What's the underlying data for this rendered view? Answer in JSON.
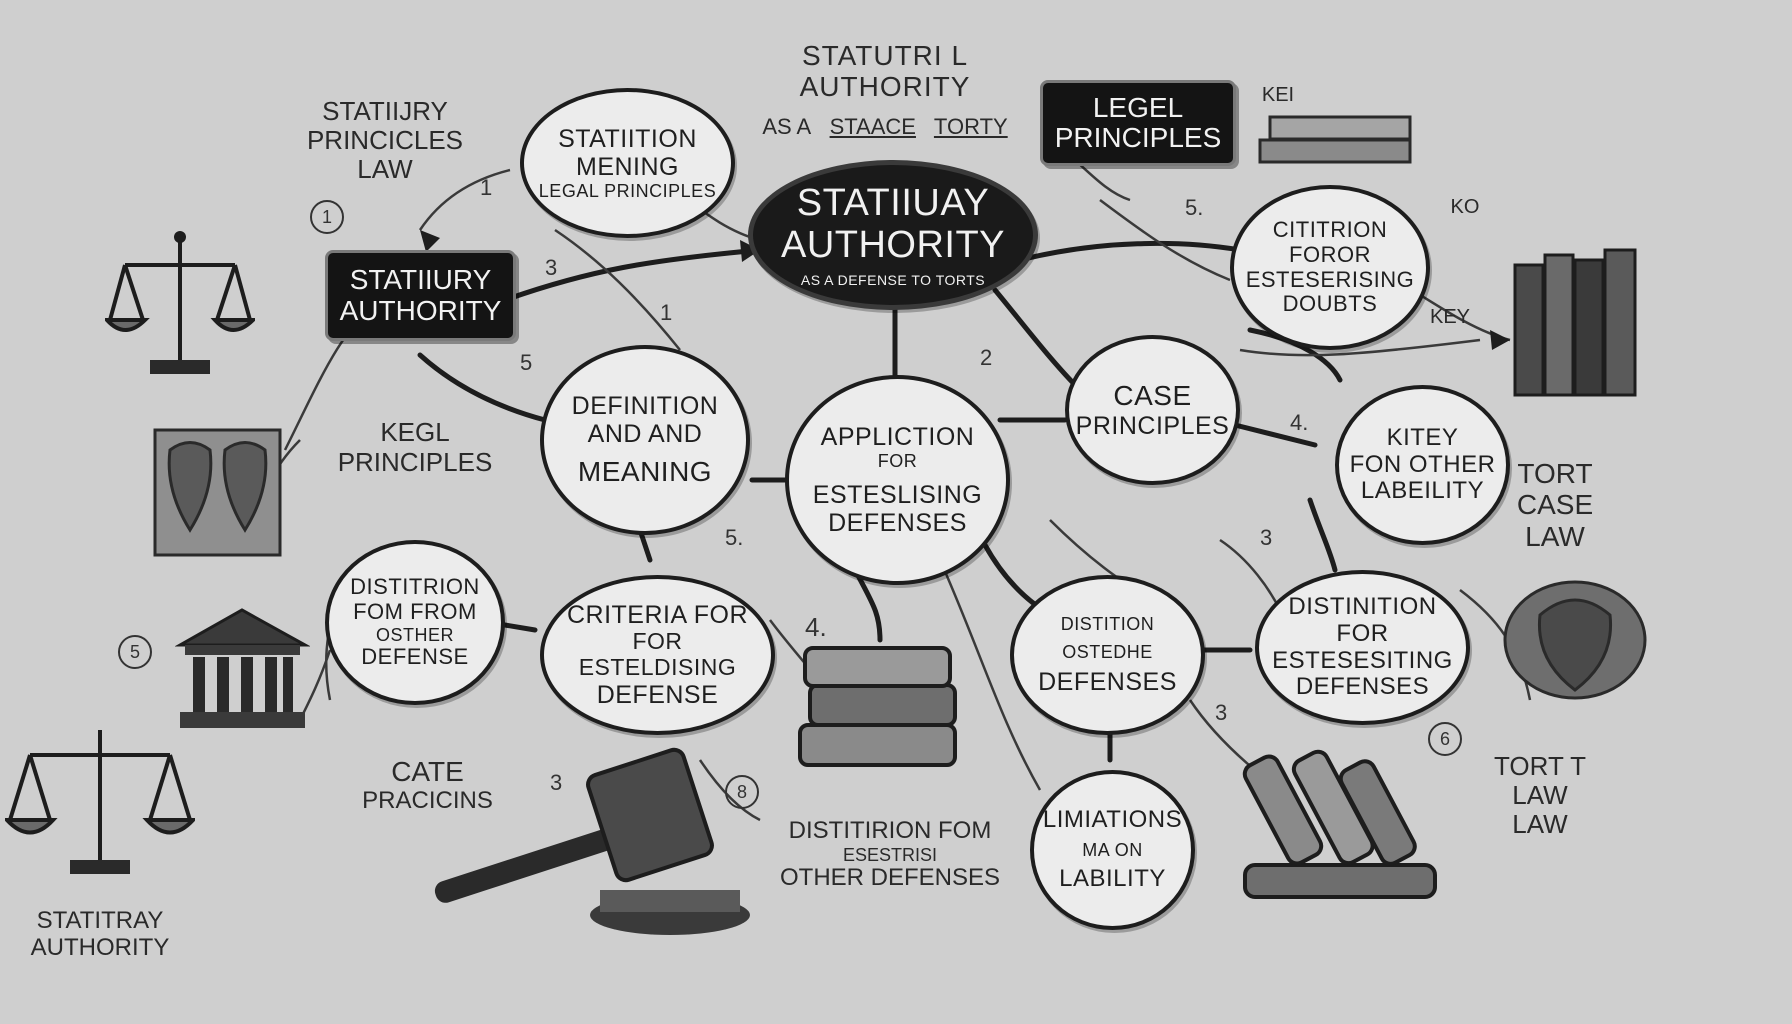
{
  "title": {
    "line1": "STATUTRI L AUTHORITY",
    "line2": "AS A",
    "line3": "STAACE",
    "line4": "TORTY"
  },
  "nodes": {
    "central": {
      "line1": "STATIIUAY",
      "line2": "AUTHORITY",
      "sub": "AS A DEFENSE TO TORTS"
    },
    "statutory_meaning": {
      "line1": "STATIITION",
      "line2": "MENING",
      "sub": "LEGAL PRINCIPLES"
    },
    "application": {
      "line1": "APPLICTION",
      "line2": "FOR",
      "line3": "ESTESLISING",
      "line4": "DEFENSES"
    },
    "definition": {
      "line1": "DEFINITION",
      "line2": "AND AND",
      "line3": "MEANING"
    },
    "case_principles": {
      "line1": "CASE",
      "line2": "PRINCIPLES"
    },
    "citation_doubts": {
      "line1": "CITITRION",
      "line2": "FOROR",
      "line3": "ESTESERISING",
      "line4": "DOUBTS"
    },
    "key_liability": {
      "line1": "KITEY",
      "line2": "FON OTHER",
      "line3": "LABEILITY"
    },
    "distinction_left": {
      "line1": "DISTITRION",
      "line2": "FOM FROM",
      "line3": "OSTHER",
      "line4": "DEFENSE"
    },
    "criteria": {
      "line1": "CRITERIA FOR",
      "line2": "FOR ESTELDISING",
      "line3": "DEFENSE"
    },
    "other_defenses": {
      "line1": "DISTITION",
      "line2": "OSTEDHE",
      "line3": "DEFENSES"
    },
    "distinction_right": {
      "line1": "DISTINITION FOR",
      "line2": "ESTESESITING",
      "line3": "DEFENSES"
    },
    "limitations": {
      "line1": "LIMIATIONS",
      "line2": "MA ON",
      "line3": "LABILITY"
    }
  },
  "tags": {
    "statutory_authority": {
      "line1": "STATIIURY",
      "line2": "AUTHORITY"
    },
    "legal_principles": {
      "line1": "LEGEL",
      "line2": "PRINCIPLES"
    }
  },
  "labels": {
    "top_left": {
      "line1": "STATIIJRY",
      "line2": "PRINCICLES",
      "line3": "LAW"
    },
    "kegl_principles": {
      "line1": "KEGL",
      "line2": "PRINCIPLES"
    },
    "cate_practices": {
      "line1": "CATE",
      "line2": "PRACICINS"
    },
    "distinction_bottom": {
      "line1": "DISTITIRION FOM",
      "line2": "ESESTRISI",
      "line3": "OTHER DEFENSES"
    },
    "tort_case_law": {
      "line1": "TORT",
      "line2": "CASE",
      "line3": "LAW"
    },
    "tort_law": {
      "line1": "TORT T",
      "line2": "LAW",
      "line3": "LAW"
    },
    "bottom_left": {
      "line1": "STATITRAY",
      "line2": "AUTHORITY"
    },
    "key_text": "KEY",
    "key_top": "KEI",
    "ko": "KO"
  },
  "numbers": {
    "n1": "1",
    "n2": "2",
    "n3": "3",
    "n4": "4.",
    "n5": "5.",
    "n5b": "5",
    "n6": "6",
    "n8": "8"
  },
  "colors": {
    "background": "#cfcfcf",
    "node_fill": "#ececec",
    "dark_fill": "#1a1a1a",
    "ink": "#1d1d1d"
  },
  "icons": [
    "scales-icon",
    "courthouse-icon",
    "gavel-icon",
    "books-icon",
    "law-books-icon",
    "coat-of-arms-icon"
  ]
}
